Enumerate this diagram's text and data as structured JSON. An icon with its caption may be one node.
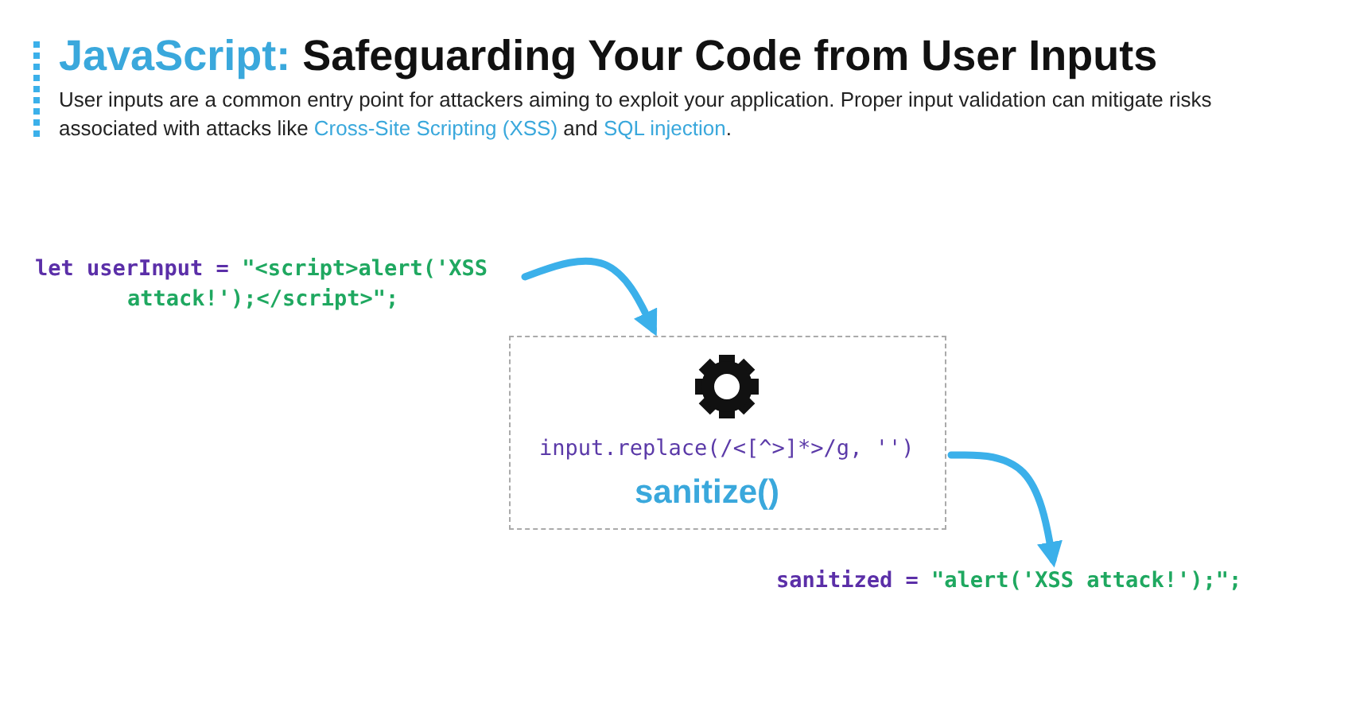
{
  "diagram": {
    "title": "JavaScript: Safeguarding Your Code from User Inputs",
    "nodes": [
      {
        "text": [
          "let userInput =",
          "\"<script>alert('XSS attack!');</script>\";"
        ]
      },
      {
        "text": [
          "input.replace(/<[^>]*>/g, '')",
          "sanitize()"
        ]
      },
      {
        "text": [
          "sanitized =",
          "\"alert('XSS attack!');\";"
        ]
      }
    ],
    "edges": [
      {
        "from": 0,
        "to": 1,
        "arrow": "to"
      },
      {
        "from": 1,
        "to": 2,
        "arrow": "to"
      }
    ],
    "labels": [
      "User inputs are a common entry point for attackers aiming to exploit your application. Proper input validation can mitigate risks associated with attacks like **Cross-Site Scripting (XSS)** and **SQL injection**."
    ]
  }
}
